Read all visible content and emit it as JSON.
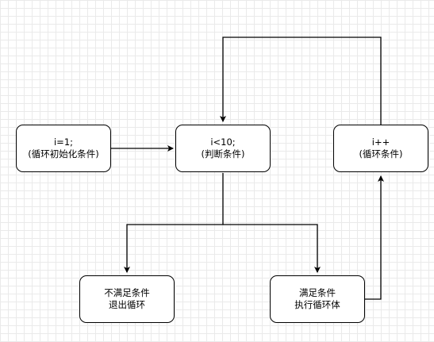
{
  "nodes": {
    "init": {
      "line1": "i=1;",
      "line2": "(循环初始化条件)"
    },
    "condition": {
      "line1": "i<10;",
      "line2": "(判断条件)"
    },
    "increment": {
      "line1": "i++",
      "line2": "(循环条件)"
    },
    "exit": {
      "line1": "不满足条件",
      "line2": "退出循环"
    },
    "body": {
      "line1": "满足条件",
      "line2": "执行循环体"
    }
  },
  "colors": {
    "stroke": "#000000",
    "grid": "#eaeaea",
    "background": "#ffffff"
  }
}
